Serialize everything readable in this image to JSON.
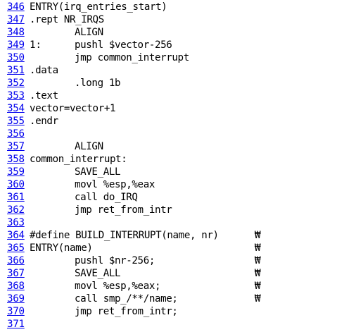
{
  "source_listing": {
    "lines": [
      {
        "number": "346",
        "label": "",
        "code": "ENTRY(irq_entries_start)",
        "indent": false,
        "continuation": ""
      },
      {
        "number": "347",
        "label": "",
        "code": ".rept NR_IRQS",
        "indent": false,
        "continuation": ""
      },
      {
        "number": "348",
        "label": "",
        "code": "ALIGN",
        "indent": true,
        "continuation": ""
      },
      {
        "number": "349",
        "label": "1:",
        "code": "pushl $vector-256",
        "indent": true,
        "continuation": ""
      },
      {
        "number": "350",
        "label": "",
        "code": "jmp common_interrupt",
        "indent": true,
        "continuation": ""
      },
      {
        "number": "351",
        "label": "",
        "code": ".data",
        "indent": false,
        "continuation": ""
      },
      {
        "number": "352",
        "label": "",
        "code": ".long 1b",
        "indent": true,
        "continuation": ""
      },
      {
        "number": "353",
        "label": "",
        "code": ".text",
        "indent": false,
        "continuation": ""
      },
      {
        "number": "354",
        "label": "",
        "code": "vector=vector+1",
        "indent": false,
        "continuation": ""
      },
      {
        "number": "355",
        "label": "",
        "code": ".endr",
        "indent": false,
        "continuation": ""
      },
      {
        "number": "356",
        "label": "",
        "code": "",
        "indent": false,
        "continuation": ""
      },
      {
        "number": "357",
        "label": "",
        "code": "ALIGN",
        "indent": true,
        "continuation": ""
      },
      {
        "number": "358",
        "label": "",
        "code": "common_interrupt:",
        "indent": false,
        "continuation": ""
      },
      {
        "number": "359",
        "label": "",
        "code": "SAVE_ALL",
        "indent": true,
        "continuation": ""
      },
      {
        "number": "360",
        "label": "",
        "code": "movl %esp,%eax",
        "indent": true,
        "continuation": ""
      },
      {
        "number": "361",
        "label": "",
        "code": "call do_IRQ",
        "indent": true,
        "continuation": ""
      },
      {
        "number": "362",
        "label": "",
        "code": "jmp ret_from_intr",
        "indent": true,
        "continuation": ""
      },
      {
        "number": "363",
        "label": "",
        "code": "",
        "indent": false,
        "continuation": ""
      },
      {
        "number": "364",
        "label": "",
        "code": "#define BUILD_INTERRUPT(name, nr)",
        "indent": false,
        "continuation": "₩"
      },
      {
        "number": "365",
        "label": "",
        "code": "ENTRY(name)",
        "indent": false,
        "continuation": "₩"
      },
      {
        "number": "366",
        "label": "",
        "code": "pushl $nr-256;",
        "indent": true,
        "continuation": "₩"
      },
      {
        "number": "367",
        "label": "",
        "code": "SAVE_ALL",
        "indent": true,
        "continuation": "₩"
      },
      {
        "number": "368",
        "label": "",
        "code": "movl %esp,%eax;",
        "indent": true,
        "continuation": "₩"
      },
      {
        "number": "369",
        "label": "",
        "code": "call smp_/**/name;",
        "indent": true,
        "continuation": "₩"
      },
      {
        "number": "370",
        "label": "",
        "code": "jmp ret_from_intr;",
        "indent": true,
        "continuation": ""
      },
      {
        "number": "371",
        "label": "",
        "code": "",
        "indent": false,
        "continuation": ""
      }
    ]
  },
  "colors": {
    "line_number_link": "#0000ee",
    "code_text": "#000000",
    "background": "#ffffff"
  }
}
